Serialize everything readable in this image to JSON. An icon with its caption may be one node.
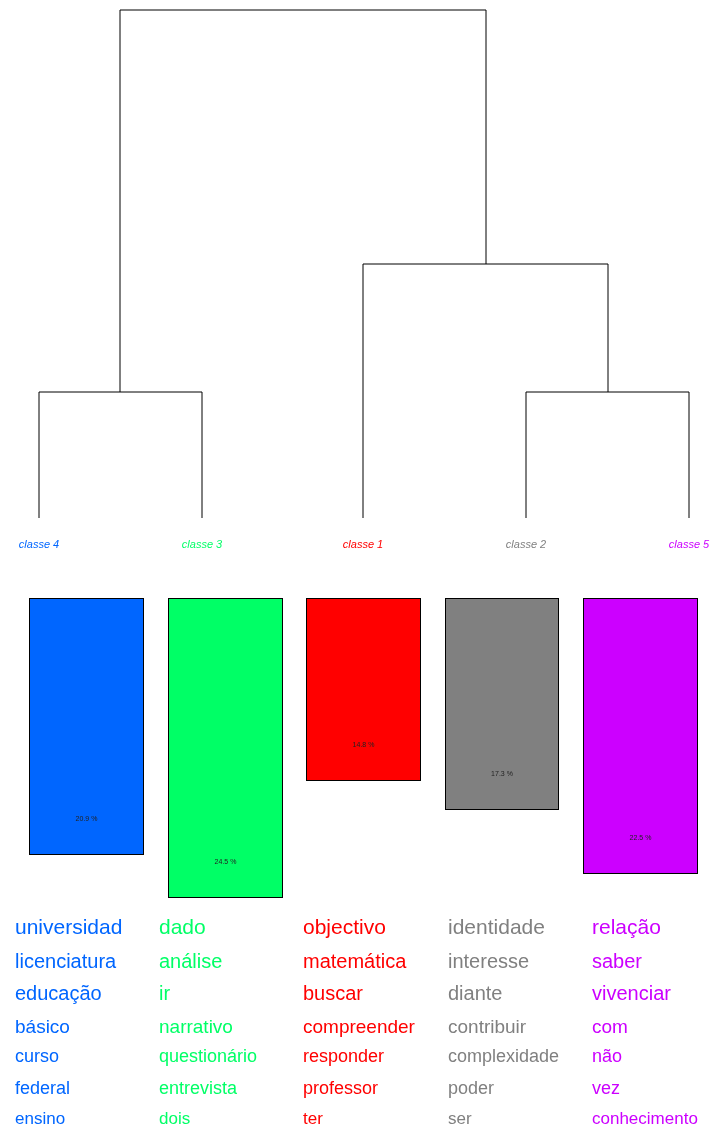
{
  "diagram": {
    "nodes": [
      {
        "text": [
          "20.9 %"
        ]
      },
      {
        "text": [
          "24.5 %"
        ]
      },
      {
        "text": [
          "14.8 %"
        ]
      },
      {
        "text": [
          "17.3 %"
        ]
      },
      {
        "text": [
          "22.5 %"
        ]
      }
    ],
    "labels": [
      "classe  4",
      "classe  3",
      "classe  1",
      "classe  2",
      "classe  5",
      "universidad",
      "licenciatura",
      "educação",
      "básico",
      "curso",
      "federal",
      "ensino",
      "dado",
      "análise",
      "ir",
      "narrativo",
      "questionário",
      "entrevista",
      "dois",
      "objectivo",
      "matemática",
      "buscar",
      "compreender",
      "responder",
      "professor",
      "ter",
      "identidade",
      "interesse",
      "diante",
      "contribuir",
      "complexidade",
      "poder",
      "ser",
      "relação",
      "saber",
      "vivenciar",
      "com",
      "não",
      "vez",
      "conhecimento"
    ]
  }
}
